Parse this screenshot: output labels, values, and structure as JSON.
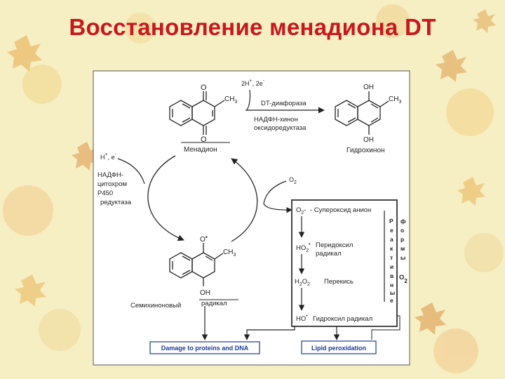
{
  "title": "Восстановление менадиона DT",
  "top_reaction": {
    "cofactor": "2H",
    "cofactor_e": ", 2e",
    "enzyme_1": "DT-диафораза",
    "enzyme_2a": "НАДФН-хинон",
    "enzyme_2b": "оксидоредуктаза"
  },
  "menadione": {
    "label": "Менадион",
    "ch3": "CH",
    "ch3_sub": "3",
    "o_top": "O",
    "o_bottom": "O"
  },
  "hydroquinone": {
    "label": "Гидрохинон",
    "ch3": "CH",
    "ch3_sub": "3",
    "oh_top": "OH",
    "oh_bottom": "OH"
  },
  "left_reaction": {
    "cofactor": "H",
    "cofactor_e": ", e",
    "enzyme_lines": [
      "НАДФН-",
      "цитохром",
      "Р450",
      "редуктаза"
    ]
  },
  "o2_in": {
    "label": "O",
    "sub": "2"
  },
  "semiquinone": {
    "label_1": "Семихиноновый",
    "label_2": "радикал",
    "o_radical": "O",
    "ch3": "CH",
    "ch3_sub": "3",
    "oh": "OH"
  },
  "ros_box": {
    "o2_species": "O",
    "o2_sub": "2",
    "o2_minus": "-",
    "o2_name": "- Супероксид анион",
    "ho2_species": "HO",
    "ho2_sub": "2",
    "ho2_name_1": "Перидоксил",
    "ho2_name_2": "радикал",
    "h2o2_species": "H",
    "h2o2_sub1": "2",
    "h2o2_mid": "O",
    "h2o2_sub2": "2",
    "h2o2_name": "Перекись",
    "ho_species": "HO",
    "ho_name": "Гидроксил радикал",
    "side_label_left": [
      "Р",
      "е",
      "а",
      "к",
      "т",
      "и",
      "в",
      "н",
      "ы",
      "е"
    ],
    "side_label_right": [
      "ф",
      "о",
      "р",
      "м",
      "ы"
    ],
    "side_o2": "O",
    "side_o2_sub": "2"
  },
  "outcomes": {
    "damage": "Damage to proteins and DNA",
    "lipid": "Lipid peroxidation"
  },
  "colors": {
    "title": "#c8171d",
    "side_label": "#2a3a9a",
    "outcome_text": "#1a3c9a",
    "background": "#f6efc4"
  }
}
